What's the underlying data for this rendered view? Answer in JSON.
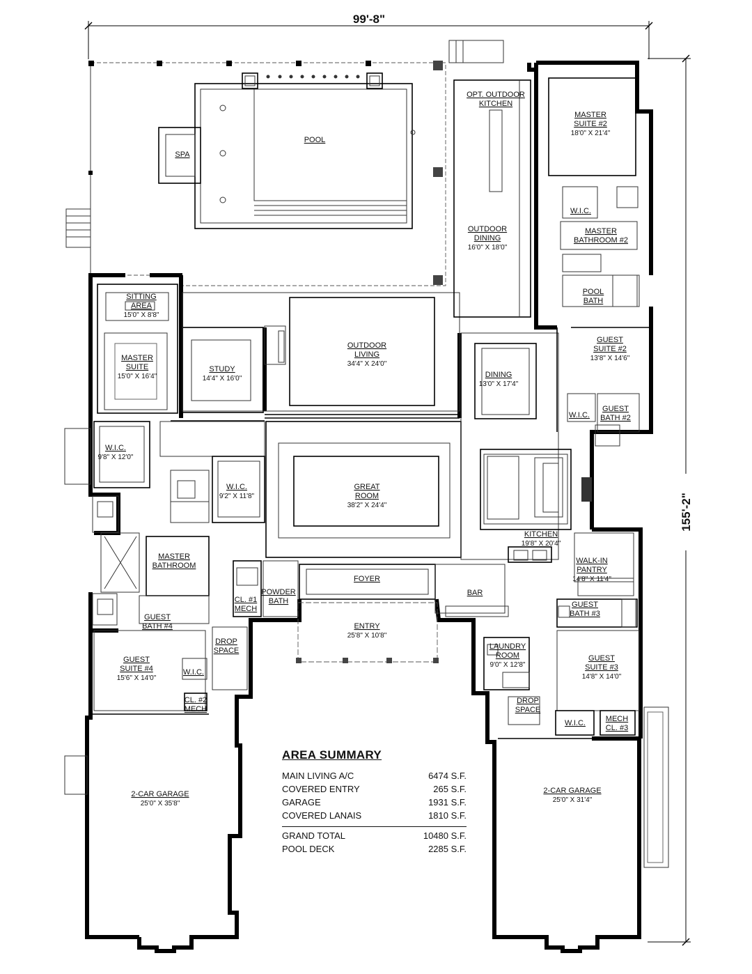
{
  "dimensions": {
    "width": "99'-8\"",
    "depth": "155'-2\""
  },
  "rooms": [
    {
      "id": "pool",
      "lines": [
        "POOL"
      ],
      "size": ""
    },
    {
      "id": "spa",
      "lines": [
        "SPA"
      ],
      "size": ""
    },
    {
      "id": "opt-outdoor-kitchen",
      "lines": [
        "OPT. OUTDOOR",
        "KITCHEN"
      ],
      "size": ""
    },
    {
      "id": "master-suite-2",
      "lines": [
        "MASTER",
        "SUITE #2"
      ],
      "size": "18'0\" X 21'4\""
    },
    {
      "id": "wic-master-2",
      "lines": [
        "W.I.C."
      ],
      "size": ""
    },
    {
      "id": "master-bathroom-2",
      "lines": [
        "MASTER",
        "BATHROOM #2"
      ],
      "size": ""
    },
    {
      "id": "outdoor-dining",
      "lines": [
        "OUTDOOR",
        "DINING"
      ],
      "size": "16'0\" X 18'0\""
    },
    {
      "id": "pool-bath",
      "lines": [
        "POOL",
        "BATH"
      ],
      "size": ""
    },
    {
      "id": "sitting-area",
      "lines": [
        "SITTING",
        "AREA"
      ],
      "size": "15'0\" X 8'8\""
    },
    {
      "id": "outdoor-living",
      "lines": [
        "OUTDOOR",
        "LIVING"
      ],
      "size": "34'4\" X 24'0\""
    },
    {
      "id": "guest-suite-2",
      "lines": [
        "GUEST",
        "SUITE #2"
      ],
      "size": "13'8\" X 14'6\""
    },
    {
      "id": "master-suite",
      "lines": [
        "MASTER",
        "SUITE"
      ],
      "size": "15'0\" X 16'4\""
    },
    {
      "id": "study",
      "lines": [
        "STUDY"
      ],
      "size": "14'4\" X 16'0\""
    },
    {
      "id": "dining",
      "lines": [
        "DINING"
      ],
      "size": "13'0\" X 17'4\""
    },
    {
      "id": "wic-guest-2",
      "lines": [
        "W.I.C."
      ],
      "size": ""
    },
    {
      "id": "guest-bath-2",
      "lines": [
        "GUEST",
        "BATH #2"
      ],
      "size": ""
    },
    {
      "id": "wic-master-a",
      "lines": [
        "W.I.C."
      ],
      "size": "9'8\" X 12'0\""
    },
    {
      "id": "great-room",
      "lines": [
        "GREAT",
        "ROOM"
      ],
      "size": "38'2\" X 24'4\""
    },
    {
      "id": "wic-master-b",
      "lines": [
        "W.I.C."
      ],
      "size": "9'2\" X 11'8\""
    },
    {
      "id": "kitchen",
      "lines": [
        "KITCHEN"
      ],
      "size": "19'8\" X 20'4\""
    },
    {
      "id": "walk-in-pantry",
      "lines": [
        "WALK-IN",
        "PANTRY"
      ],
      "size": "14'8\" X 11'4\""
    },
    {
      "id": "master-bathroom",
      "lines": [
        "MASTER",
        "BATHROOM"
      ],
      "size": ""
    },
    {
      "id": "foyer",
      "lines": [
        "FOYER"
      ],
      "size": ""
    },
    {
      "id": "bar",
      "lines": [
        "BAR"
      ],
      "size": ""
    },
    {
      "id": "cl-mech-1",
      "lines": [
        "CL. #1",
        "MECH"
      ],
      "size": ""
    },
    {
      "id": "powder-bath",
      "lines": [
        "POWDER",
        "BATH"
      ],
      "size": ""
    },
    {
      "id": "guest-bath-3",
      "lines": [
        "GUEST",
        "BATH #3"
      ],
      "size": ""
    },
    {
      "id": "guest-bath-4",
      "lines": [
        "GUEST",
        "BATH #4"
      ],
      "size": ""
    },
    {
      "id": "entry",
      "lines": [
        "ENTRY"
      ],
      "size": "25'8\" X 10'8\""
    },
    {
      "id": "drop-space-a",
      "lines": [
        "DROP",
        "SPACE"
      ],
      "size": ""
    },
    {
      "id": "laundry-room",
      "lines": [
        "LAUNDRY",
        "ROOM"
      ],
      "size": "9'0\" X 12'8\""
    },
    {
      "id": "guest-suite-4",
      "lines": [
        "GUEST",
        "SUITE #4"
      ],
      "size": "15'6\" X 14'0\""
    },
    {
      "id": "wic-guest-4",
      "lines": [
        "W.I.C."
      ],
      "size": ""
    },
    {
      "id": "guest-suite-3",
      "lines": [
        "GUEST",
        "SUITE #3"
      ],
      "size": "14'8\" X 14'0\""
    },
    {
      "id": "cl-mech-2",
      "lines": [
        "CL. #2",
        "MECH"
      ],
      "size": ""
    },
    {
      "id": "drop-space-b",
      "lines": [
        "DROP",
        "SPACE"
      ],
      "size": ""
    },
    {
      "id": "wic-guest-3",
      "lines": [
        "W.I.C."
      ],
      "size": ""
    },
    {
      "id": "mech-cl-3",
      "lines": [
        "MECH",
        "CL. #3"
      ],
      "size": ""
    },
    {
      "id": "garage-left",
      "lines": [
        "2-CAR GARAGE"
      ],
      "size": "25'0\" X 35'8\""
    },
    {
      "id": "garage-right",
      "lines": [
        "2-CAR GARAGE"
      ],
      "size": "25'0\" X 31'4\""
    }
  ],
  "area_summary": {
    "title": "AREA SUMMARY",
    "items": [
      {
        "label": "MAIN LIVING A/C",
        "value": "6474 S.F."
      },
      {
        "label": "COVERED ENTRY",
        "value": "265 S.F."
      },
      {
        "label": "GARAGE",
        "value": "1931 S.F."
      },
      {
        "label": "COVERED LANAIS",
        "value": "1810 S.F."
      }
    ],
    "totals": [
      {
        "label": "GRAND TOTAL",
        "value": "10480 S.F."
      },
      {
        "label": "POOL DECK",
        "value": "2285 S.F."
      }
    ]
  }
}
